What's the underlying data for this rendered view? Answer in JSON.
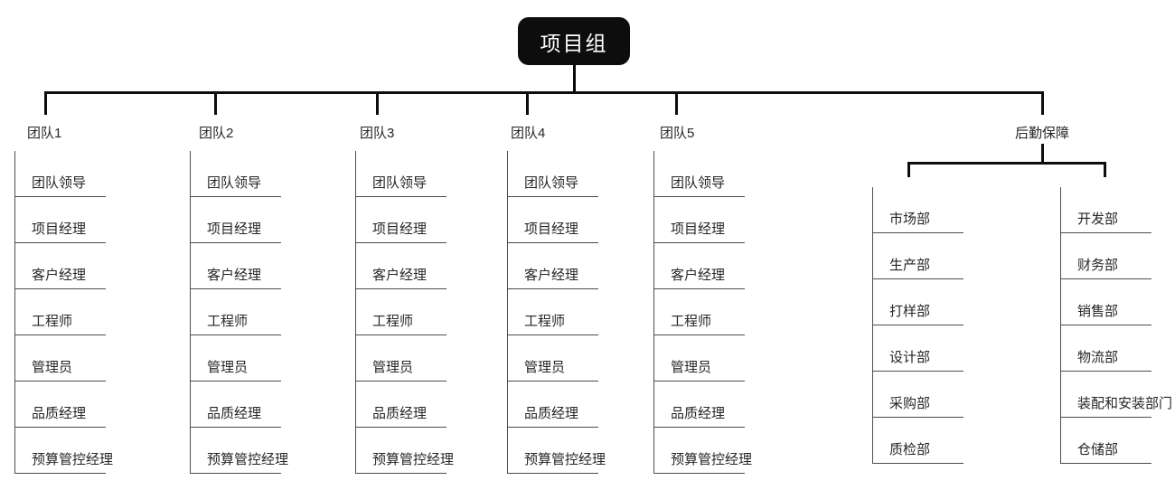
{
  "root": {
    "label": "项目组"
  },
  "teams": [
    {
      "label": "团队1",
      "items": [
        "团队领导",
        "项目经理",
        "客户经理",
        "工程师",
        "管理员",
        "品质经理",
        "预算管控经理"
      ]
    },
    {
      "label": "团队2",
      "items": [
        "团队领导",
        "项目经理",
        "客户经理",
        "工程师",
        "管理员",
        "品质经理",
        "预算管控经理"
      ]
    },
    {
      "label": "团队3",
      "items": [
        "团队领导",
        "项目经理",
        "客户经理",
        "工程师",
        "管理员",
        "品质经理",
        "预算管控经理"
      ]
    },
    {
      "label": "团队4",
      "items": [
        "团队领导",
        "项目经理",
        "客户经理",
        "工程师",
        "管理员",
        "品质经理",
        "预算管控经理"
      ]
    },
    {
      "label": "团队5",
      "items": [
        "团队领导",
        "项目经理",
        "客户经理",
        "工程师",
        "管理员",
        "品质经理",
        "预算管控经理"
      ]
    }
  ],
  "logistics": {
    "label": "后勤保障",
    "left_column": {
      "items": [
        "市场部",
        "生产部",
        "打样部",
        "设计部",
        "采购部",
        "质检部"
      ]
    },
    "right_column": {
      "items": [
        "开发部",
        "财务部",
        "销售部",
        "物流部",
        "装配和安装部门",
        "仓储部"
      ]
    }
  },
  "colors": {
    "node_fill": "#0d0d0d",
    "node_text": "#ffffff",
    "bold_connector": "#0d0d0d",
    "thin_line": "#4d4d4d",
    "text": "#262626",
    "background": "#ffffff"
  }
}
